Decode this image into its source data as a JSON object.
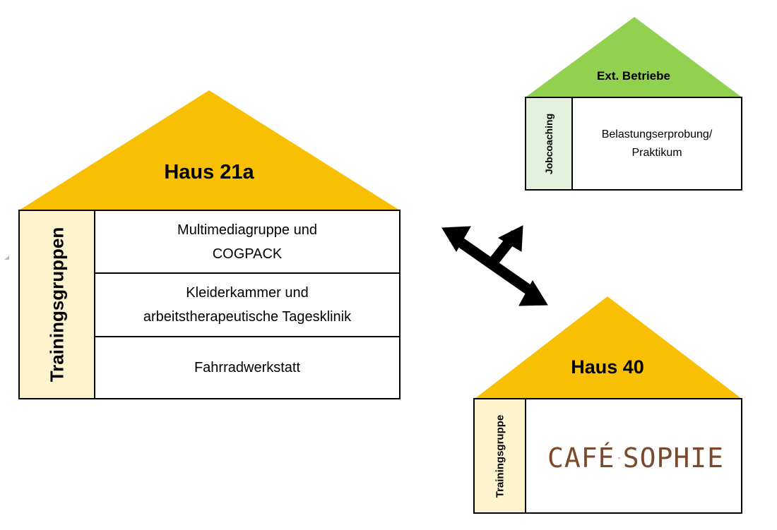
{
  "colors": {
    "roof_gold": "#f9bf02",
    "roof_green": "#92d050",
    "side_cream": "#fef3cf",
    "side_mint": "#e3f1dc",
    "cafe_brown": "#7b4a2d",
    "cafe_pink": "#d6235f"
  },
  "house21a": {
    "title": "Haus 21a",
    "side_label": "Trainingsgruppen",
    "rows": [
      {
        "text": "Multimediagruppe und\nCOGPACK"
      },
      {
        "text": "Kleiderkammer und\narbeitstherapeutische Tagesklinik"
      },
      {
        "text": "Fahrradwerkstatt"
      }
    ]
  },
  "external": {
    "title": "Ext. Betriebe",
    "side_label": "Jobcoaching",
    "content": "Belastungserprobung/\nPraktikum"
  },
  "house40": {
    "title": "Haus 40",
    "side_label": "Trainingsgruppe",
    "logo_left": "CAFÉ",
    "logo_right": "SOPHIE"
  },
  "connector": {
    "icon": "three-way-arrow-icon"
  }
}
